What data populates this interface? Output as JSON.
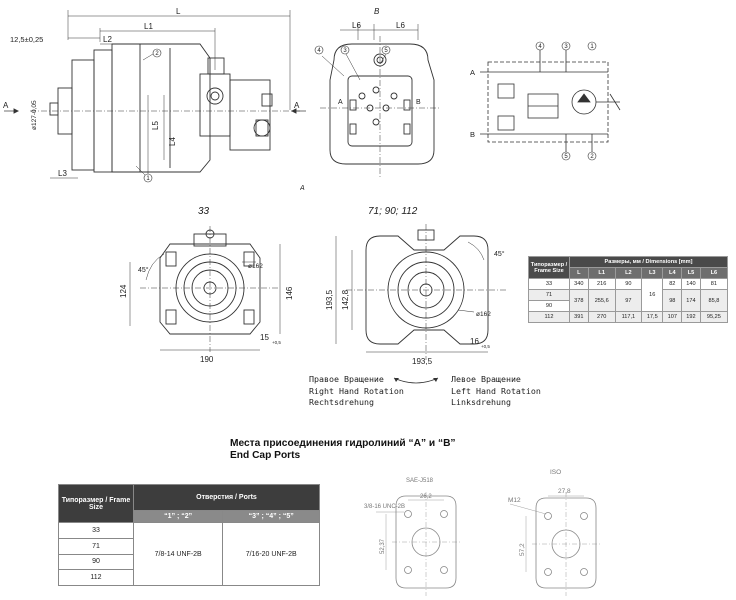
{
  "top_views": {
    "side_dims": {
      "L": "L",
      "L1": "L1",
      "L2": "L2",
      "L3": "L3",
      "L4": "L4",
      "L5": "L5",
      "flange": "12,5±0,25",
      "shaft": "ø127-0,05"
    },
    "view_b_title": "В",
    "view_b_dims": {
      "L6a": "L6",
      "L6b": "L6"
    },
    "arrow_a": "А",
    "arrow_a_label": "А",
    "callouts": [
      "1",
      "2",
      "3",
      "4",
      "5"
    ],
    "port_letters": {
      "a": "А",
      "b": "В"
    }
  },
  "frame_views": {
    "small_title": "33",
    "large_title": "71; 90; 112",
    "small": {
      "angle": "45°",
      "bore": "ø162",
      "h1": "124",
      "h2": "146",
      "w": "190",
      "bolt": "15",
      "bolt_small": "+0,5"
    },
    "large": {
      "angle": "45°",
      "bore": "ø162",
      "h1": "193,5",
      "h2": "142,8",
      "w": "193,5",
      "bolt": "16",
      "bolt_small": "+0,5"
    }
  },
  "rotation": {
    "right": [
      "Правое Вращение",
      "Right Hand Rotation",
      "Rechtsdrehung"
    ],
    "left": [
      "Левое Вращение",
      "Left Hand Rotation",
      "Linksdrehung"
    ]
  },
  "dimensions_table": {
    "corner_header": "Типоразмер / Frame Size",
    "group_header": "Размеры, мм / Dimensions [mm]",
    "columns": [
      "L",
      "L1",
      "L2",
      "L3",
      "L4",
      "L5",
      "L6"
    ],
    "rows": [
      {
        "size": "33",
        "L": "340",
        "L1": "216",
        "L2": "90",
        "L3": "16",
        "L4": "82",
        "L5": "140",
        "L6": "81"
      },
      {
        "size": "71",
        "L": "378",
        "L1": "255,6",
        "L2": "97",
        "L4": "",
        "L5": "",
        "L6": ""
      },
      {
        "size": "90",
        "L4": "98",
        "L5": "174",
        "L6": "85,8"
      },
      {
        "size": "112",
        "L": "391",
        "L1": "270",
        "L2": "117,1",
        "L3": "17,5",
        "L4": "107",
        "L5": "192",
        "L6": "95,25"
      }
    ]
  },
  "end_cap": {
    "title_ru": "Места присоединения гидролиний “A” и “B”",
    "title_en": "End Cap Ports"
  },
  "ports_table": {
    "corner_header": "Типоразмер / Frame Size",
    "group_header": "Отверстия / Ports",
    "col1": "“1” ; “2”",
    "col2": "“3” ; “4” ; “5”",
    "sizes": [
      "33",
      "71",
      "90",
      "112"
    ],
    "thread1": "7/8-14 UNF-2B",
    "thread2": "7/16-20 UNF-2B"
  },
  "sae_view": {
    "title": "SAE-J518",
    "thread": "3/8-16 UNC-2B",
    "w": "26,2",
    "h": "52,37"
  },
  "iso_view": {
    "title": "ISO",
    "thread": "M12",
    "w": "27,8",
    "h": "57,2"
  }
}
